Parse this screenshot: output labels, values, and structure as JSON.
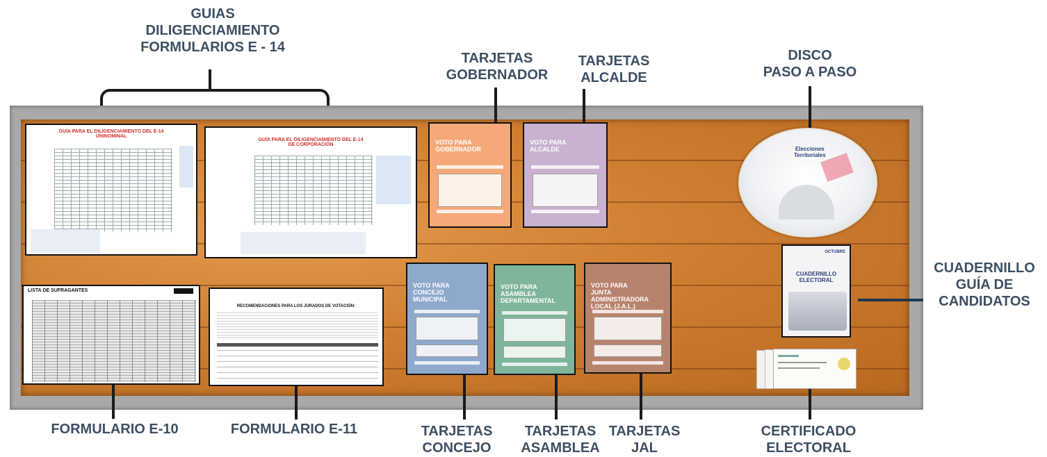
{
  "labels": {
    "guias": "GUIAS\nDILIGENCIAMIENTO\nFORMULARIOS E - 14",
    "gobernador": "TARJETAS\nGOBERNADOR",
    "alcalde": "TARJETAS\nALCALDE",
    "disco": "DISCO\nPASO A PASO",
    "cuadernillo": "CUADERNILLO\nGUÍA DE\nCANDIDATOS",
    "e10": "FORMULARIO  E-10",
    "e11": "FORMULARIO  E-11",
    "concejo": "TARJETAS\nCONCEJO",
    "asamblea": "TARJETAS\nASAMBLEA",
    "jal": "TARJETAS\nJAL",
    "certificado": "CERTIFICADO\nELECTORAL"
  },
  "documents": {
    "guide1_title": "GUÍA PARA EL DILIGENCIAMIENTO DEL E-14\nUNINOMINAL",
    "guide2_title": "GUÍA PARA EL DILIGENCIAMIENTO DEL E-14\nDE CORPORACIÓN",
    "e10_title": "LISTA DE SUFRAGANTES",
    "e11_title": "RECOMENDACIONES PARA LOS JURADOS DE VOTACIÓN:",
    "card_gobernador": "VOTO PARA\nGOBERNADOR",
    "card_alcalde": "VOTO PARA\nALCALDE",
    "card_concejo": "VOTO PARA\nCONCEJO\nMUNICIPAL",
    "card_asamblea": "VOTO PARA\nASAMBLEA\nDEPARTAMENTAL",
    "card_jal": "VOTO PARA\nJUNTA ADMINISTRADORA\nLOCAL (J.A.L.)",
    "disc_text": "Elecciones\nTerritoriales",
    "cuadernillo_title": "CUADERNILLO\nELECTORAL",
    "cuadernillo_date": "OCTUBRE"
  },
  "colors": {
    "label": "#3d4f63",
    "gobernador": "#f5a878",
    "alcalde": "#c8b2cf",
    "concejo": "#8fa9cc",
    "asamblea": "#7fb59a",
    "jal": "#b8836d",
    "board": "#cf7f32",
    "frame": "#a9a9a9"
  }
}
